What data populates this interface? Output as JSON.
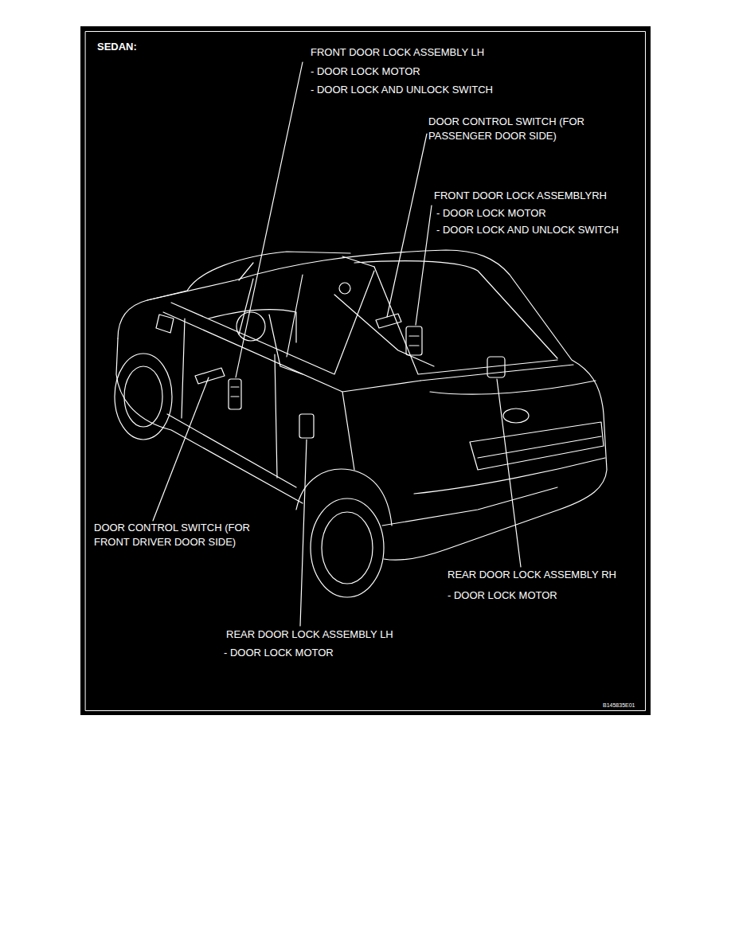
{
  "diagram": {
    "title": "SEDAN:",
    "labels": [
      "FRONT DOOR LOCK ASSEMBLY LH",
      "- DOOR LOCK MOTOR",
      "- DOOR LOCK AND UNLOCK SWITCH",
      "DOOR CONTROL SWITCH (FOR PASSENGER DOOR SIDE)",
      "FRONT DOOR LOCK ASSEMBLYRH",
      "- DOOR LOCK MOTOR",
      "- DOOR LOCK AND UNLOCK SWITCH",
      "DOOR CONTROL SWITCH (FOR FRONT DRIVER DOOR SIDE)",
      "REAR DOOR LOCK ASSEMBLY RH",
      "- DOOR LOCK MOTOR",
      "REAR DOOR LOCK ASSEMBLY LH",
      "- DOOR LOCK MOTOR",
      "B145835E01"
    ]
  }
}
